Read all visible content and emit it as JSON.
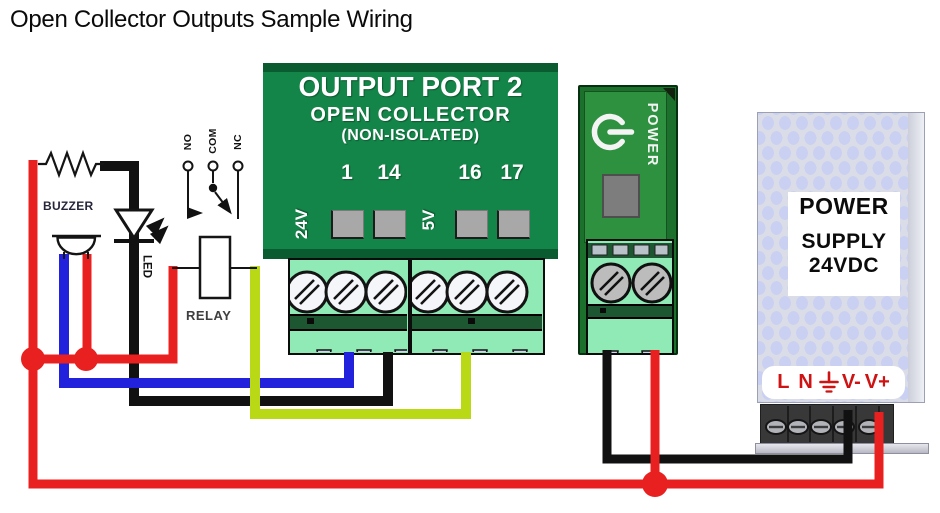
{
  "title": "Open Collector Outputs Sample Wiring",
  "output_port": {
    "heading": "OUTPUT PORT 2",
    "subheading": "OPEN COLLECTOR",
    "isolation_note": "(NON-ISOLATED)",
    "rail_labels": {
      "group1": "24V",
      "group2": "5V"
    },
    "pins": [
      "1",
      "14",
      "16",
      "17"
    ]
  },
  "components": {
    "buzzer_label": "BUZZER",
    "led_label": "LED",
    "relay_label": "RELAY",
    "relay_contacts": [
      "NO",
      "COM",
      "NC"
    ]
  },
  "power_module": {
    "label": "POWER"
  },
  "power_supply": {
    "name_lines": [
      "POWER",
      "SUPPLY",
      "24VDC"
    ],
    "terminals": [
      "L",
      "N",
      "V-",
      "V+"
    ]
  },
  "wire_colors": {
    "red": "#e82020",
    "blue": "#2222dd",
    "black": "#111111",
    "yellow_green": "#b9d916"
  },
  "component_colors": {
    "port_green": "#148549",
    "port_green_dark": "#0a5c30",
    "terminal_mint": "#8feab6",
    "terminal_band": "#1d5732",
    "pcb_green": "#1b712c",
    "pcb_panel_green": "#2d9140",
    "psu_case": "#dadce7",
    "psu_hole": "#c9d0f2",
    "psu_strip": "#383838",
    "label_red": "#cf1212",
    "pin_gray": "#a8a8a8"
  }
}
